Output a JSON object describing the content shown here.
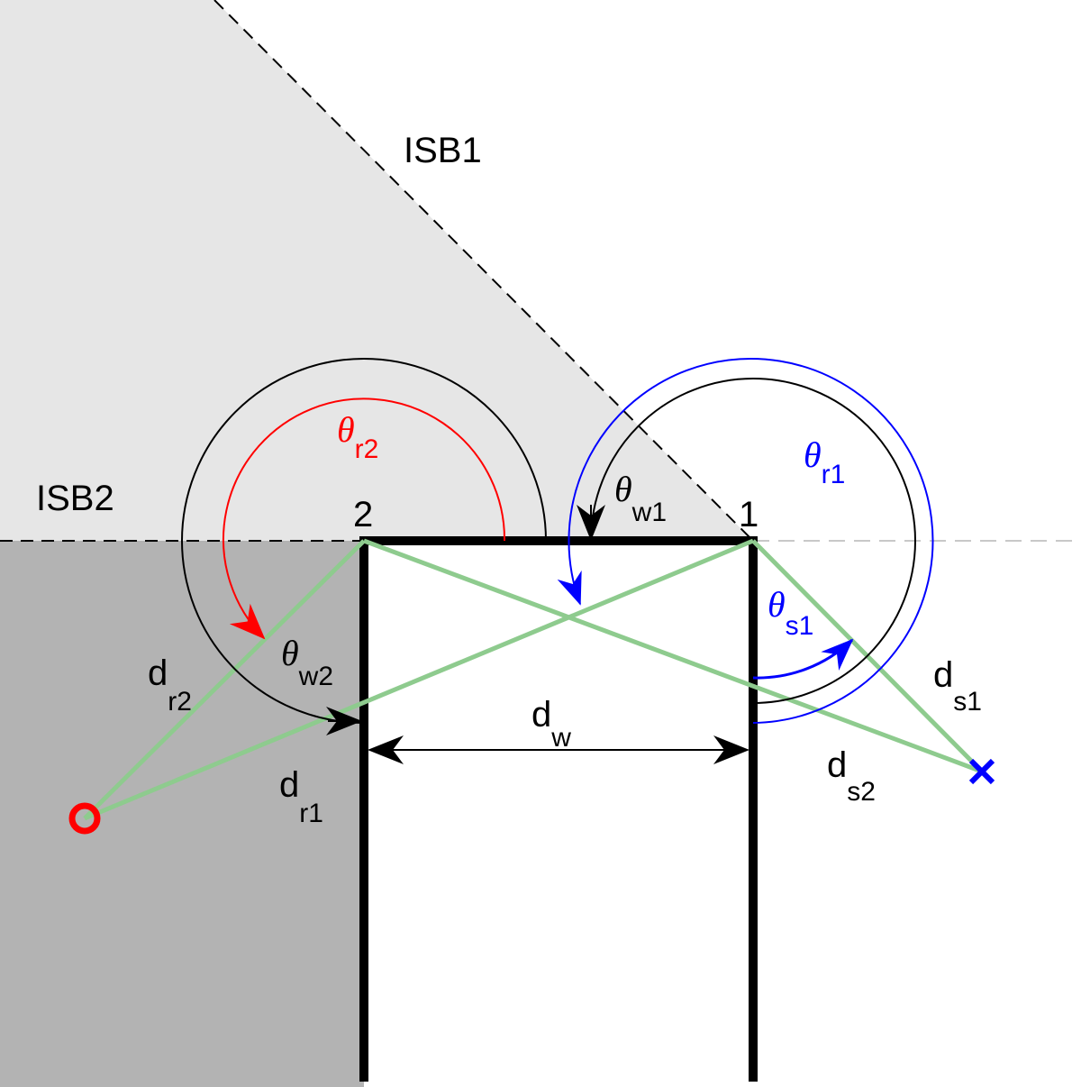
{
  "colors": {
    "background": "#ffffff",
    "illuminated_region": "#e6e6e6",
    "shadow_region": "#b3b3b3",
    "wall": "#000000",
    "boundary_dashed": "#000000",
    "boundary_extension": "#c8c8c8",
    "ray_path": "#8ecb8e",
    "receiver_angle": "#ff0000",
    "source_angle": "#0000ff",
    "wedge_angle": "#000000"
  },
  "markers": {
    "receiver": {
      "shape": "circle",
      "color": "#ff0000"
    },
    "source": {
      "shape": "cross",
      "color": "#0000ff"
    }
  },
  "labels": {
    "isb1": "ISB1",
    "isb2": "ISB2",
    "edge1": "1",
    "edge2": "2",
    "theta": "θ",
    "d": "d",
    "theta_r2_sub": "r2",
    "theta_r1_sub": "r1",
    "theta_w1_sub": "w1",
    "theta_w2_sub": "w2",
    "theta_s1_sub": "s1",
    "d_r2_sub": "r2",
    "d_r1_sub": "r1",
    "d_w_sub": "w",
    "d_s1_sub": "s1",
    "d_s2_sub": "s2"
  }
}
